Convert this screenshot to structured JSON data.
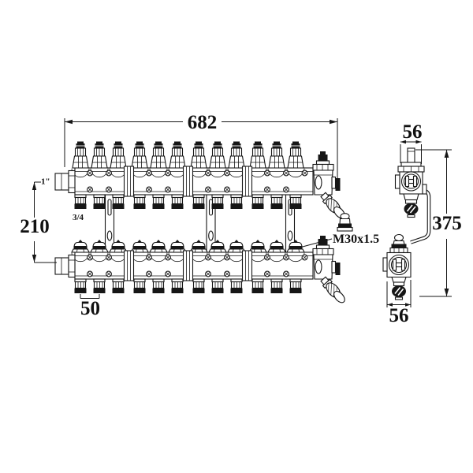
{
  "drawing": {
    "subject": "floor-heating manifold technical dimension drawing",
    "background": "#ffffff",
    "line_color": "#161616",
    "port_count": 12,
    "port_groups": 4,
    "ports_per_group": 3,
    "labels": {
      "overall_width": "682",
      "row_spacing": "210",
      "port_spacing": "50",
      "main_connection": "1\"",
      "loop_connection": "3/4",
      "valve_thread": "M30x1.5",
      "side_top_width": "56",
      "side_height": "375",
      "side_bottom_width": "56"
    }
  }
}
